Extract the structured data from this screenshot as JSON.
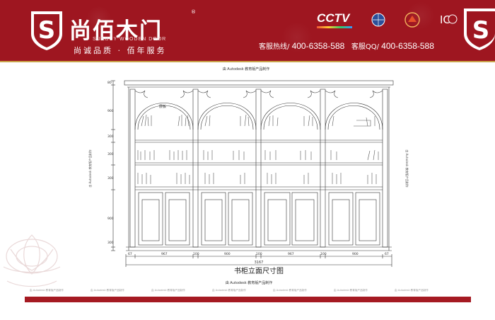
{
  "header": {
    "brand_cn": "尚佰木门",
    "brand_en": "SUNBUY WOODEN DOOR",
    "shield_letter": "S",
    "slogan": "尚诚品质 · 佰年服务",
    "registered_mark": "®",
    "cctv_logo": "CCTV",
    "hotline_label": "客服热线",
    "hotline_number": "400-6358-588",
    "qq_label": "客服QQ",
    "qq_number": "400-6358-588",
    "right_badge_letter": "S"
  },
  "drawing": {
    "title": "书柜立面尺寸图",
    "top_note": "由 Autodesk 教育版产品制作",
    "bottom_note": "由 Autodesk 教育版产品制作",
    "label_shelf": "层板",
    "total_width": "3167",
    "bottom_dims": [
      "67",
      "967",
      "100",
      "900",
      "100",
      "967",
      "100",
      "900",
      "67"
    ],
    "left_dims": [
      "80",
      "900",
      "300",
      "300",
      "300",
      "900",
      "300",
      "100"
    ],
    "left_edu_note": "由 Autodesk 教育版产品制作",
    "right_edu_note": "由 Autodesk 教育版产品制作"
  },
  "footer": {
    "edu_note": "由 Autodesk 教育版产品制作"
  },
  "colors": {
    "header_red": "#9e1620",
    "footer_red": "#a51a22",
    "gold": "#c9a24a"
  }
}
